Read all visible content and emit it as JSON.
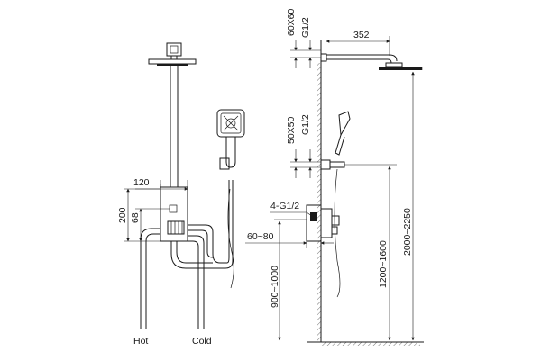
{
  "left_view": {
    "dims": {
      "width_120": "120",
      "height_200": "200",
      "height_68": "68"
    },
    "labels": {
      "hot": "Hot",
      "cold": "Cold"
    }
  },
  "right_view": {
    "dims": {
      "head_size": "60X60",
      "head_thread": "G1/2",
      "arm_length": "352",
      "holder_size": "50X50",
      "holder_thread": "G1/2",
      "valve_outlets": "4-G1/2",
      "wall_depth": "60~80",
      "valve_height": "900~1000",
      "holder_height": "1200~1600",
      "head_height": "2000~2250"
    }
  }
}
